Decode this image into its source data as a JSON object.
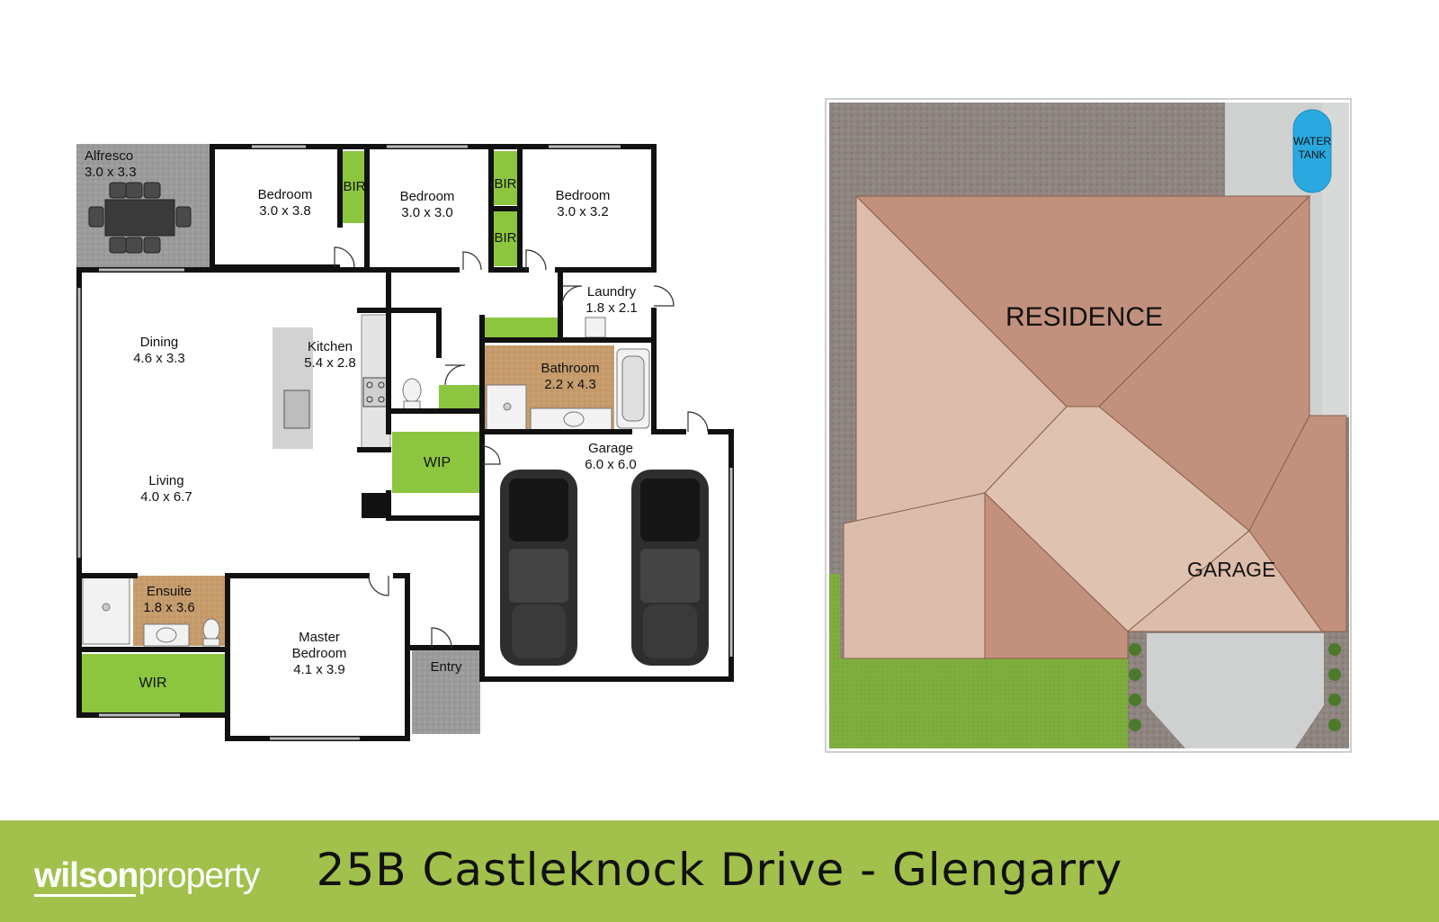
{
  "floor_plan": {
    "rooms": [
      {
        "id": "alfresco",
        "name": "Alfresco",
        "size": "3.0 x 3.3"
      },
      {
        "id": "bed1",
        "name": "Bedroom",
        "size": "3.0 x 3.8"
      },
      {
        "id": "bed2",
        "name": "Bedroom",
        "size": "3.0 x 3.0"
      },
      {
        "id": "bed3",
        "name": "Bedroom",
        "size": "3.0 x 3.2"
      },
      {
        "id": "laundry",
        "name": "Laundry",
        "size": "1.8 x 2.1"
      },
      {
        "id": "dining",
        "name": "Dining",
        "size": "4.6 x 3.3"
      },
      {
        "id": "kitchen",
        "name": "Kitchen",
        "size": "5.4 x 2.8"
      },
      {
        "id": "bathroom",
        "name": "Bathroom",
        "size": "2.2 x 4.3"
      },
      {
        "id": "living",
        "name": "Living",
        "size": "4.0 x 6.7"
      },
      {
        "id": "garage",
        "name": "Garage",
        "size": "6.0 x 6.0"
      },
      {
        "id": "ensuite",
        "name": "Ensuite",
        "size": "1.8 x 3.6"
      },
      {
        "id": "master",
        "name": "Master Bedroom",
        "size": "4.1 x 3.9"
      }
    ],
    "storage_labels": {
      "bir1": "BIR",
      "bir2": "BIR",
      "bir3": "BIR",
      "wip": "WIP",
      "wir": "WIR",
      "entry": "Entry"
    }
  },
  "site_plan": {
    "residence_label": "RESIDENCE",
    "garage_label": "GARAGE",
    "water_tank_line1": "WATER",
    "water_tank_line2": "TANK"
  },
  "footer": {
    "logo_bold": "wilson",
    "logo_light": "property",
    "address": "25B Castleknock Drive - Glengarry"
  },
  "colors": {
    "wall": "#111111",
    "storage": "#8cc63f",
    "tile": "#c69c6d",
    "roof_dark": "#c2917d",
    "roof_light": "#dcbcaa",
    "lawn": "#7fae3e",
    "footer": "#a2c04c",
    "gravel": "#9b9b9b"
  }
}
